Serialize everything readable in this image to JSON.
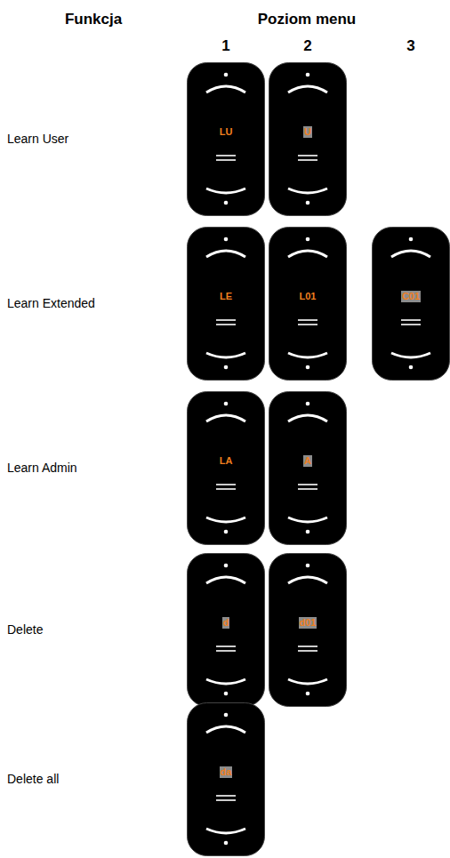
{
  "diagram": {
    "nodes": [
      {
        "text": [
          "LU"
        ]
      },
      {
        "text": [
          "U"
        ]
      },
      {
        "text": [
          "LE"
        ]
      },
      {
        "text": [
          "L01"
        ]
      },
      {
        "text": [
          "C01"
        ]
      },
      {
        "text": [
          "LA"
        ]
      },
      {
        "text": [
          "A"
        ]
      },
      {
        "text": [
          "d"
        ]
      },
      {
        "text": [
          "d01"
        ]
      },
      {
        "text": [
          "da"
        ]
      }
    ],
    "labels": [
      "Funkcja",
      "Poziom menu",
      "1",
      "2",
      "3",
      "Learn User",
      "Learn Extended",
      "Learn Admin",
      "Delete",
      "Delete all"
    ]
  }
}
